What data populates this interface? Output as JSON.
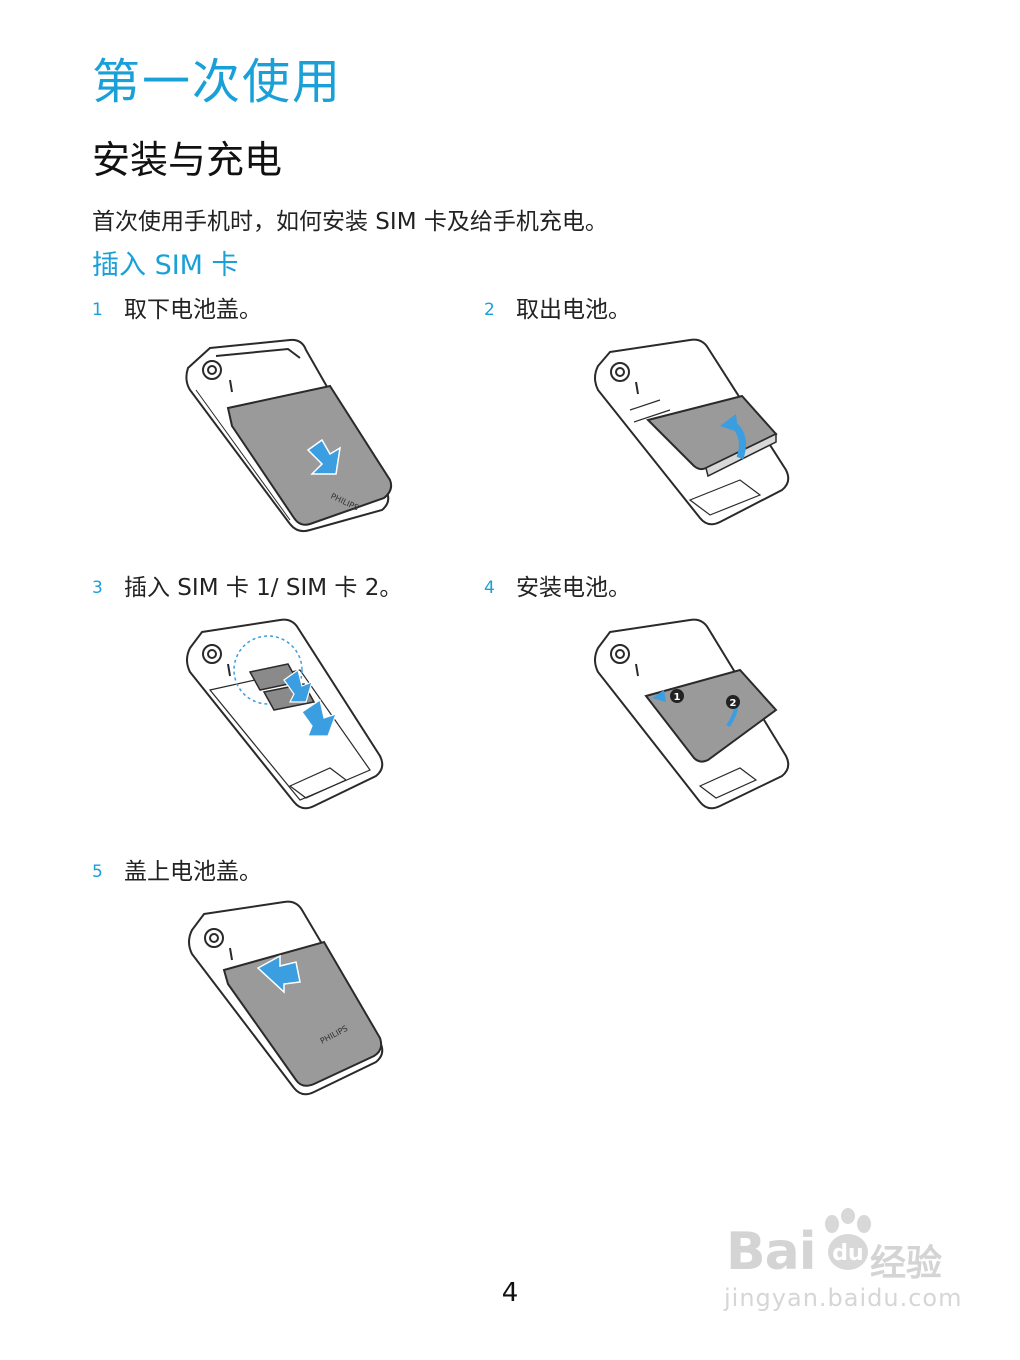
{
  "page": {
    "title": "第一次使用",
    "section_title": "安装与充电",
    "intro": "首次使用手机时，如何安装 SIM 卡及给手机充电。",
    "subsection_title": "插入 SIM 卡",
    "page_number": "4"
  },
  "steps": [
    {
      "num": "1",
      "text": "取下电池盖。",
      "illustration": "remove-back-cover"
    },
    {
      "num": "2",
      "text": "取出电池。",
      "illustration": "remove-battery"
    },
    {
      "num": "3",
      "text": "插入 SIM 卡 1/ SIM 卡 2。",
      "illustration": "insert-sim-cards"
    },
    {
      "num": "4",
      "text": "安装电池。",
      "illustration": "insert-battery"
    },
    {
      "num": "5",
      "text": "盖上电池盖。",
      "illustration": "attach-back-cover"
    }
  ],
  "illustration_text": {
    "cover_brand": "PHILIPS",
    "badge_1": "1",
    "badge_2": "2"
  },
  "watermark": {
    "brand": "Bai",
    "brand_suffix": "经验",
    "url": "jingyan.baidu.com"
  },
  "colors": {
    "heading": "#1aa0d8",
    "arrow": "#3a9ee0",
    "battery_fill": "#9a9a9a",
    "outline": "#2a2a2a"
  }
}
